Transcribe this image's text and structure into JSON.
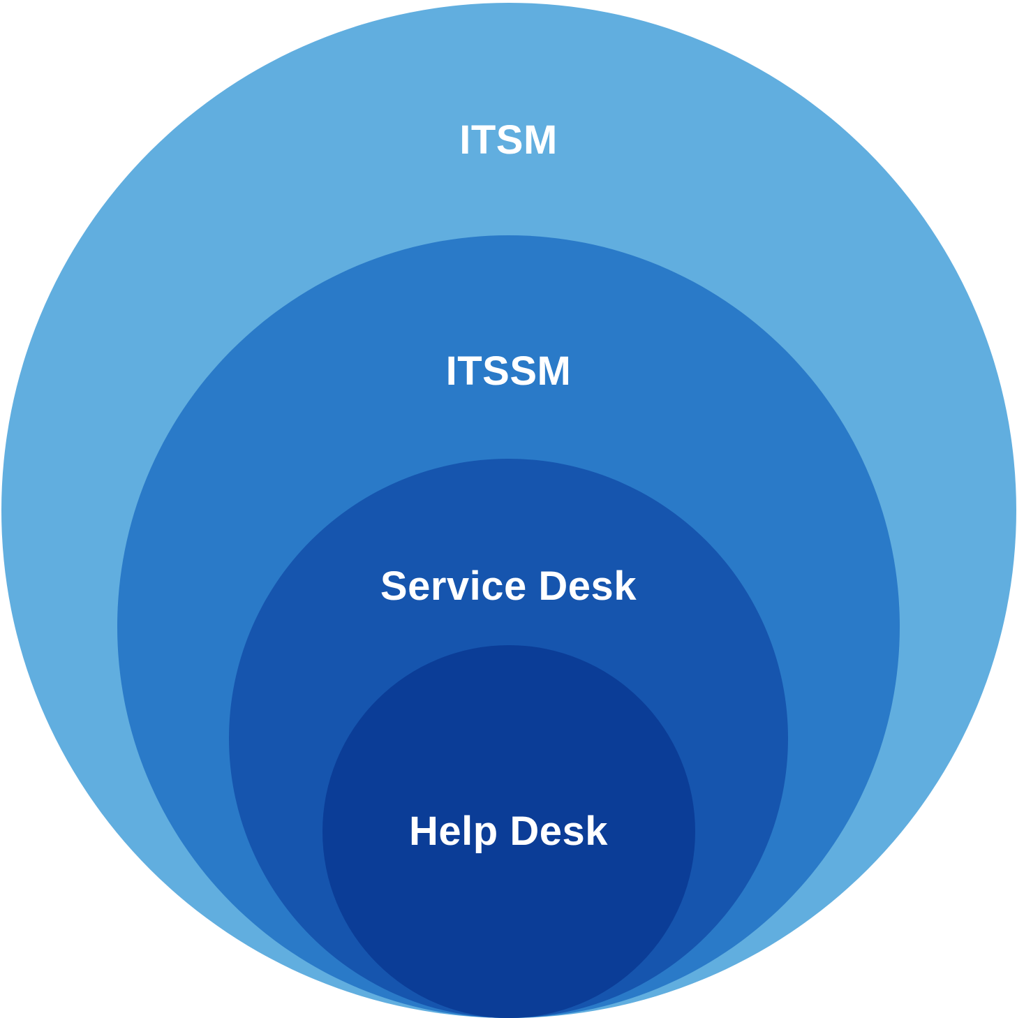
{
  "diagram": {
    "layers": [
      {
        "label": "ITSM",
        "color": "#61AEDF"
      },
      {
        "label": "ITSSM",
        "color": "#2A7AC8"
      },
      {
        "label": "Service Desk",
        "color": "#1655AE"
      },
      {
        "label": "Help Desk",
        "color": "#0B3D97"
      }
    ]
  }
}
